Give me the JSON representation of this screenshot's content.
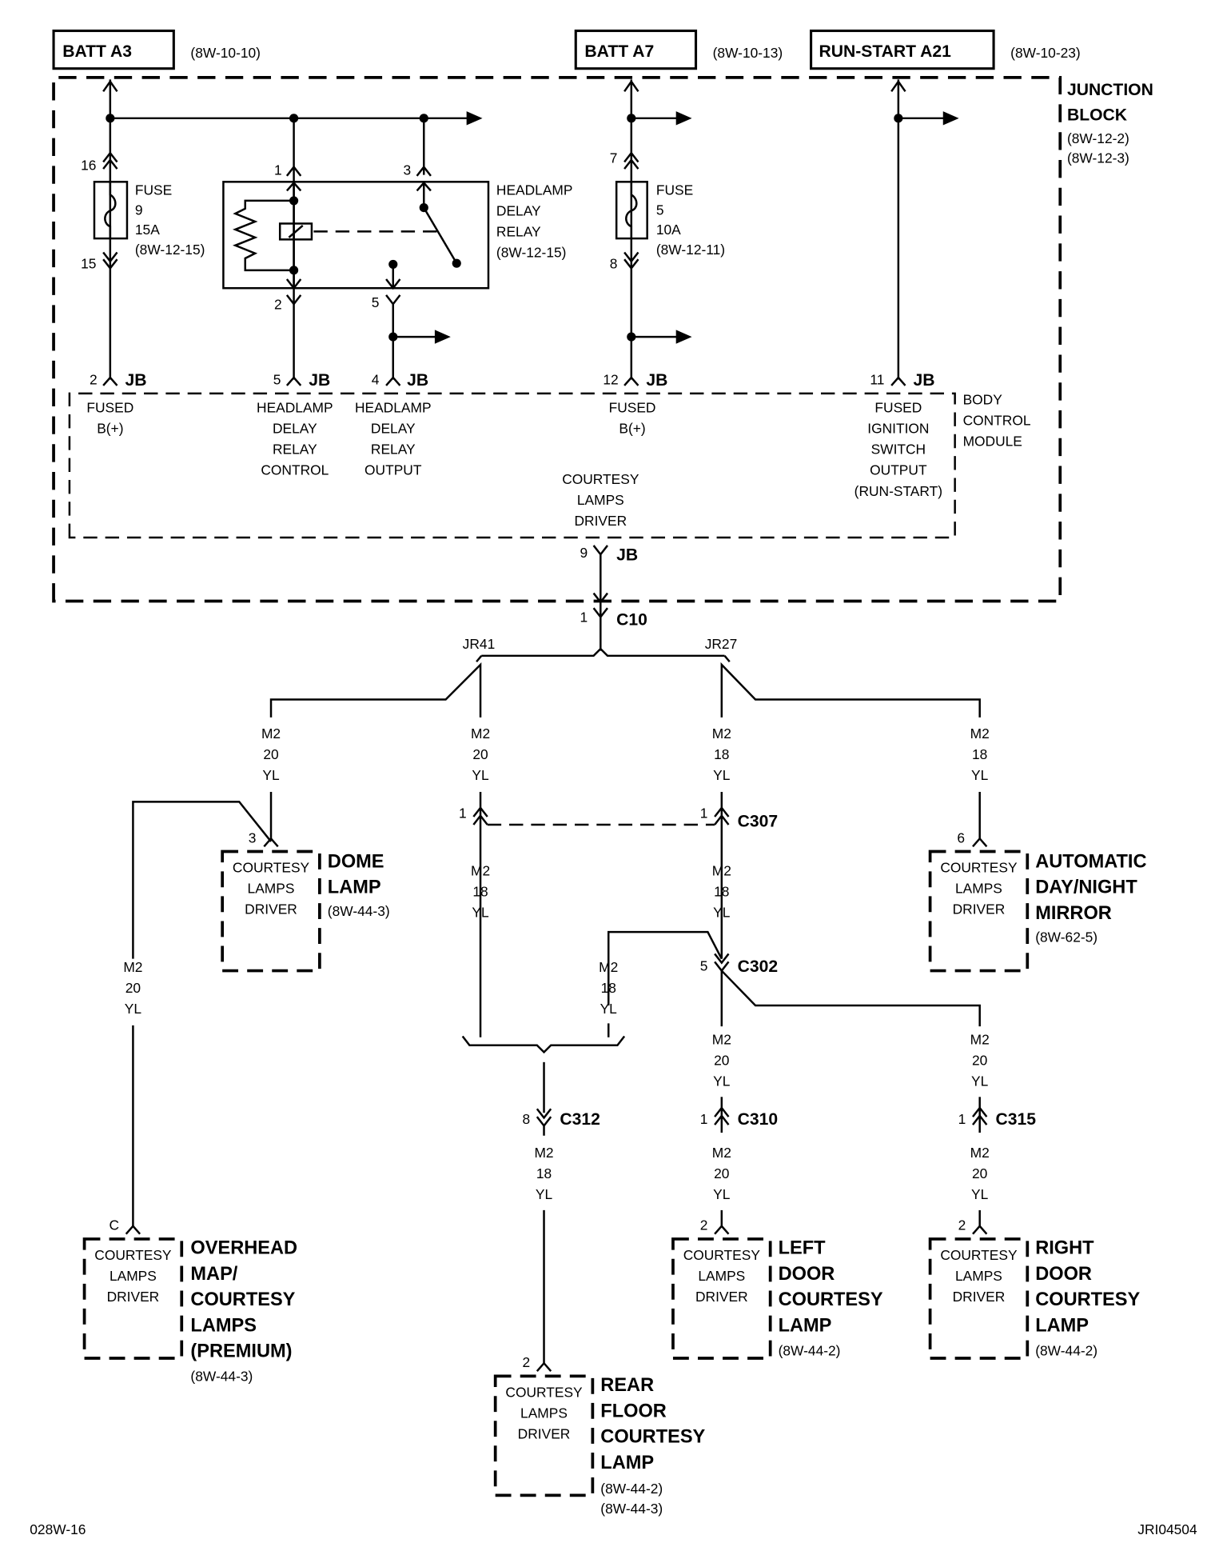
{
  "sources": [
    {
      "label": "BATT A3",
      "ref": "(8W-10-10)"
    },
    {
      "label": "BATT A7",
      "ref": "(8W-10-13)"
    },
    {
      "label": "RUN-START A21",
      "ref": "(8W-10-23)"
    }
  ],
  "junction_block": {
    "title": [
      "JUNCTION",
      "BLOCK"
    ],
    "refs": [
      "(8W-12-2)",
      "(8W-12-3)"
    ]
  },
  "fuses": [
    {
      "title": "FUSE",
      "number": "9",
      "rating": "15A",
      "ref": "(8W-12-15)",
      "pin_in": "16",
      "pin_out": "15"
    },
    {
      "title": "FUSE",
      "number": "5",
      "rating": "10A",
      "ref": "(8W-12-11)",
      "pin_in": "7",
      "pin_out": "8"
    }
  ],
  "relay": {
    "lines": [
      "HEADLAMP",
      "DELAY",
      "RELAY",
      "(8W-12-15)"
    ],
    "pins": {
      "p1": "1",
      "p3": "3",
      "p2": "2",
      "p5": "5"
    }
  },
  "bcm": {
    "title": [
      "BODY",
      "CONTROL",
      "MODULE"
    ],
    "connector_name": "JB",
    "pins": [
      {
        "pin": "2",
        "label": [
          "FUSED",
          "B(+)"
        ]
      },
      {
        "pin": "5",
        "label": [
          "HEADLAMP",
          "DELAY",
          "RELAY",
          "CONTROL"
        ]
      },
      {
        "pin": "4",
        "label": [
          "HEADLAMP",
          "DELAY",
          "RELAY",
          "OUTPUT"
        ]
      },
      {
        "pin": "12",
        "label": [
          "FUSED",
          "B(+)"
        ]
      },
      {
        "pin": "11",
        "label": [
          "FUSED",
          "IGNITION",
          "SWITCH",
          "OUTPUT",
          "(RUN-START)"
        ]
      }
    ],
    "output": {
      "pin": "9",
      "connector": "JB",
      "label": [
        "COURTESY",
        "LAMPS",
        "DRIVER"
      ]
    }
  },
  "connectors": {
    "c10": {
      "pin": "1",
      "name": "C10"
    },
    "c307_left": {
      "pin": "1"
    },
    "c307": {
      "pin": "1",
      "name": "C307"
    },
    "c302": {
      "pin": "5",
      "name": "C302"
    },
    "c312": {
      "pin": "8",
      "name": "C312"
    },
    "c310": {
      "pin": "1",
      "name": "C310"
    },
    "c315": {
      "pin": "1",
      "name": "C315"
    }
  },
  "splices": {
    "left": "JR41",
    "right": "JR27"
  },
  "wires": [
    {
      "id": "w-dome",
      "circuit": "M2",
      "gauge": "20",
      "color": "YL"
    },
    {
      "id": "w-jr41-down",
      "circuit": "M2",
      "gauge": "20",
      "color": "YL"
    },
    {
      "id": "w-jr27-down",
      "circuit": "M2",
      "gauge": "18",
      "color": "YL"
    },
    {
      "id": "w-mirror",
      "circuit": "M2",
      "gauge": "18",
      "color": "YL"
    },
    {
      "id": "w-c307-left-below",
      "circuit": "M2",
      "gauge": "18",
      "color": "YL"
    },
    {
      "id": "w-c307-below",
      "circuit": "M2",
      "gauge": "18",
      "color": "YL"
    },
    {
      "id": "w-overhead",
      "circuit": "M2",
      "gauge": "20",
      "color": "YL"
    },
    {
      "id": "w-c302-branch",
      "circuit": "M2",
      "gauge": "18",
      "color": "YL"
    },
    {
      "id": "w-c302-left-door",
      "circuit": "M2",
      "gauge": "20",
      "color": "YL"
    },
    {
      "id": "w-c302-right-door",
      "circuit": "M2",
      "gauge": "20",
      "color": "YL"
    },
    {
      "id": "w-rear-floor",
      "circuit": "M2",
      "gauge": "18",
      "color": "YL"
    },
    {
      "id": "w-left-door",
      "circuit": "M2",
      "gauge": "20",
      "color": "YL"
    },
    {
      "id": "w-right-door",
      "circuit": "M2",
      "gauge": "20",
      "color": "YL"
    }
  ],
  "components": [
    {
      "id": "dome",
      "pin": "3",
      "inner": [
        "COURTESY",
        "LAMPS",
        "DRIVER"
      ],
      "name": [
        "DOME",
        "LAMP"
      ],
      "refs": [
        "(8W-44-3)"
      ]
    },
    {
      "id": "mirror",
      "pin": "6",
      "inner": [
        "COURTESY",
        "LAMPS",
        "DRIVER"
      ],
      "name": [
        "AUTOMATIC",
        "DAY/NIGHT",
        "MIRROR"
      ],
      "refs": [
        "(8W-62-5)"
      ]
    },
    {
      "id": "overhead",
      "pin": "C",
      "inner": [
        "COURTESY",
        "LAMPS",
        "DRIVER"
      ],
      "name": [
        "OVERHEAD",
        "MAP/",
        "COURTESY",
        "LAMPS",
        "(PREMIUM)"
      ],
      "refs": [
        "(8W-44-3)"
      ]
    },
    {
      "id": "left-door",
      "pin": "2",
      "inner": [
        "COURTESY",
        "LAMPS",
        "DRIVER"
      ],
      "name": [
        "LEFT",
        "DOOR",
        "COURTESY",
        "LAMP"
      ],
      "refs": [
        "(8W-44-2)"
      ]
    },
    {
      "id": "right-door",
      "pin": "2",
      "inner": [
        "COURTESY",
        "LAMPS",
        "DRIVER"
      ],
      "name": [
        "RIGHT",
        "DOOR",
        "COURTESY",
        "LAMP"
      ],
      "refs": [
        "(8W-44-2)"
      ]
    },
    {
      "id": "rear-floor",
      "pin": "2",
      "inner": [
        "COURTESY",
        "LAMPS",
        "DRIVER"
      ],
      "name": [
        "REAR",
        "FLOOR",
        "COURTESY",
        "LAMP"
      ],
      "refs": [
        "(8W-44-2)",
        "(8W-44-3)"
      ]
    }
  ],
  "footer": {
    "page_code": "028W-16",
    "figure_id": "JRI04504"
  }
}
